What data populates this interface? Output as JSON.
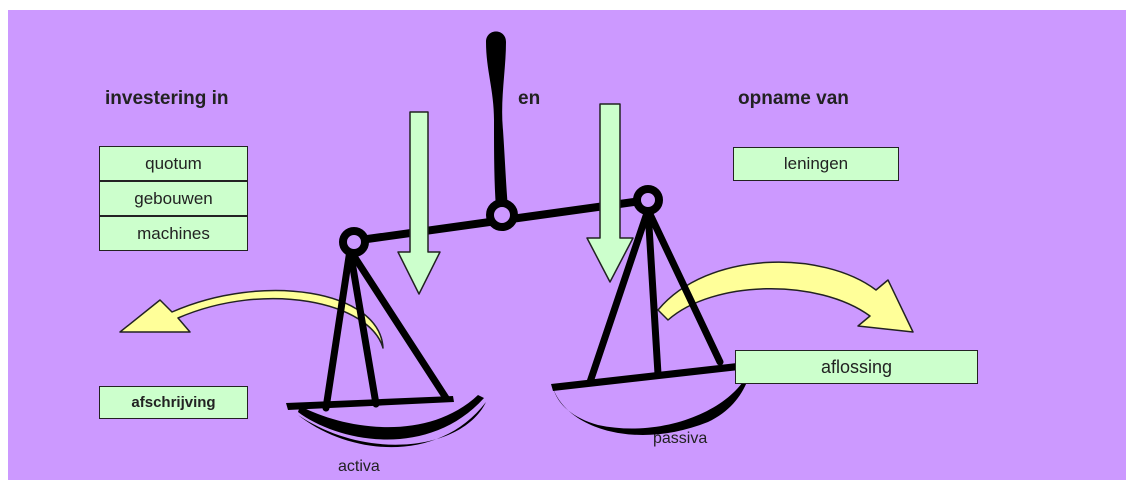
{
  "headings": {
    "left": "investering in",
    "middle": "en",
    "right": "opname van"
  },
  "investments": [
    "quotum",
    "gebouwen",
    "machines"
  ],
  "loans": [
    "leningen"
  ],
  "depreciation": "afschrijving",
  "repayment": "aflossing",
  "pans": {
    "left": "activa",
    "right": "passiva"
  },
  "colors": {
    "background": "#cc99ff",
    "box_fill": "#ccffcc",
    "curved_arrow_fill": "#ffff99",
    "down_arrow_fill": "#ccffcc",
    "scale": "#000000"
  }
}
